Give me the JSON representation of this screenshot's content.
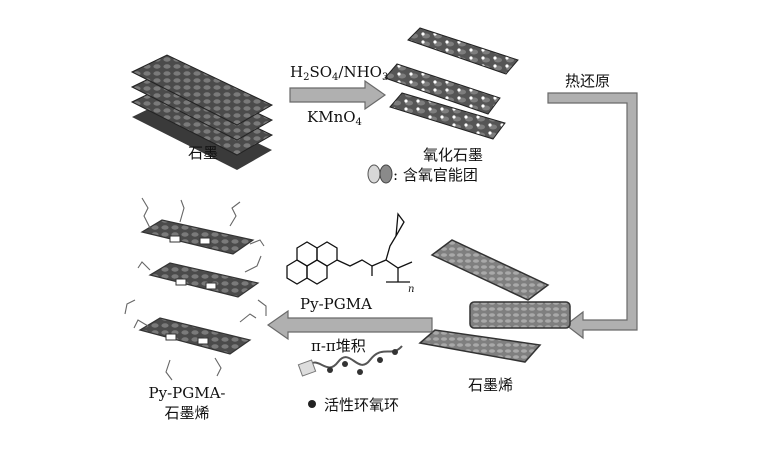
{
  "labels": {
    "graphite": "石墨",
    "step1_reagent_top": "H2SO4/NHO3",
    "step1_reagent_bottom": "KMnO4",
    "graphene_oxide": "氧化石墨",
    "oxygen_groups_legend": ": 含氧官能团",
    "thermal_reduction": "热还原",
    "graphene": "石墨烯",
    "polymer": "Py-PGMA",
    "polymer_subscript_n": "n",
    "stacking": "π-π堆积",
    "epoxy_legend": "活性环氧环",
    "product_line1": "Py-PGMA-",
    "product_line2": "石墨烯"
  },
  "colors": {
    "arrow_fill": "#b0b0b0",
    "arrow_stroke": "#6a6a6a",
    "sheet_dark": "#4a4a4a",
    "sheet_light": "#8f8f8f"
  }
}
